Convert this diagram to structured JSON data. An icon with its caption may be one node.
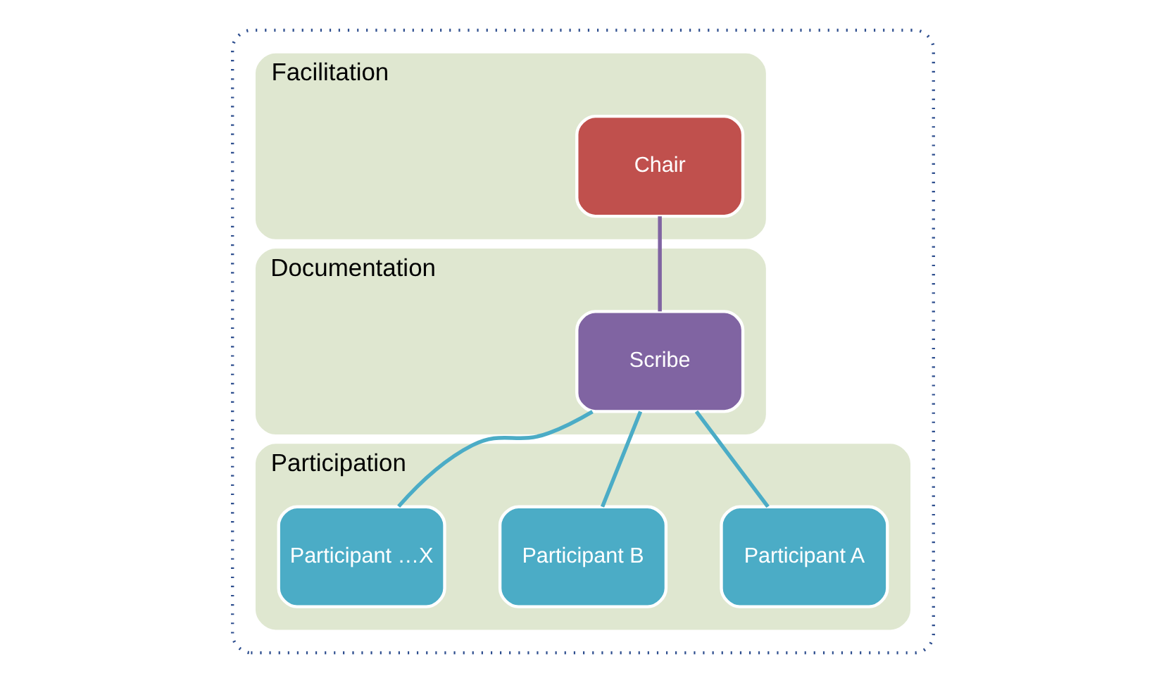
{
  "diagram": {
    "nodes": [
      {
        "text": [],
        "shape": "box"
      },
      {
        "text": [
          "Facilitation"
        ],
        "in": 0
      },
      {
        "text": [
          "Chair"
        ],
        "in": 1
      },
      {
        "text": [
          "Documentation"
        ],
        "in": 0
      },
      {
        "text": [
          "Scribe"
        ],
        "in": 3
      },
      {
        "text": [
          "Participation"
        ],
        "in": 0
      },
      {
        "text": [
          "Participant A"
        ],
        "in": 5
      },
      {
        "text": [
          "Participant B"
        ],
        "in": 5
      },
      {
        "text": [
          "Participant …X"
        ],
        "in": 5
      }
    ],
    "edges": [
      {
        "from": 2,
        "to": 4,
        "arrow": "none",
        "color": "#8064a2"
      },
      {
        "from": 4,
        "to": 6,
        "arrow": "none"
      },
      {
        "from": 4,
        "to": 7,
        "arrow": "none"
      },
      {
        "from": 4,
        "to": 8,
        "arrow": "none"
      }
    ]
  }
}
